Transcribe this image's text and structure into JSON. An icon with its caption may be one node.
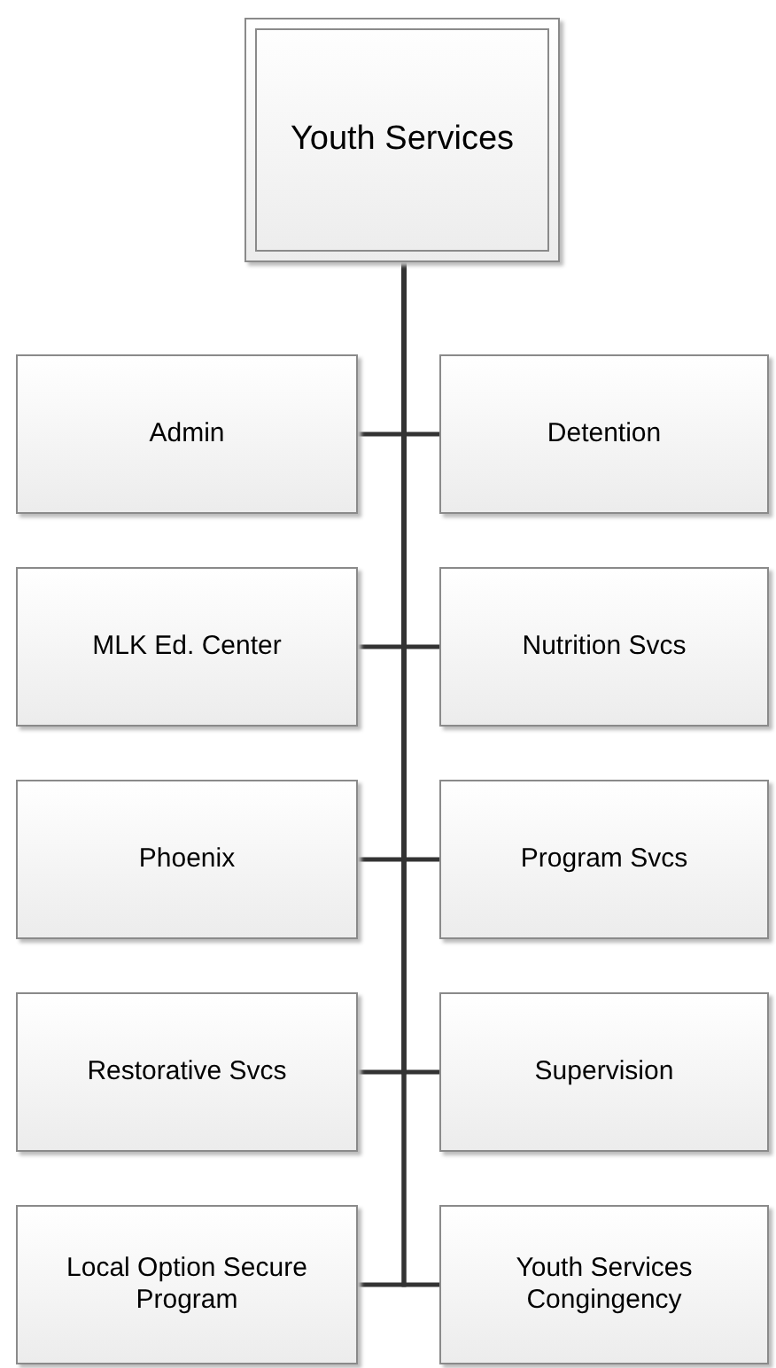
{
  "diagram": {
    "nodes": [
      {
        "text": [
          "Youth Services"
        ]
      },
      {
        "text": [
          "Admin"
        ]
      },
      {
        "text": [
          "Detention"
        ]
      },
      {
        "text": [
          "MLK Ed. Center"
        ]
      },
      {
        "text": [
          "Nutrition Svcs"
        ]
      },
      {
        "text": [
          "Phoenix"
        ]
      },
      {
        "text": [
          "Program Svcs"
        ]
      },
      {
        "text": [
          "Restorative Svcs"
        ]
      },
      {
        "text": [
          "Supervision"
        ]
      },
      {
        "text": [
          "Local Option Secure Program"
        ]
      },
      {
        "text": [
          "Youth Services Congingency"
        ]
      }
    ],
    "edges": [
      {
        "from": 0,
        "to": 1,
        "arrow": "none"
      },
      {
        "from": 0,
        "to": 2,
        "arrow": "none"
      },
      {
        "from": 0,
        "to": 3,
        "arrow": "none"
      },
      {
        "from": 0,
        "to": 4,
        "arrow": "none"
      },
      {
        "from": 0,
        "to": 5,
        "arrow": "none"
      },
      {
        "from": 0,
        "to": 6,
        "arrow": "none"
      },
      {
        "from": 0,
        "to": 7,
        "arrow": "none"
      },
      {
        "from": 0,
        "to": 8,
        "arrow": "none"
      },
      {
        "from": 0,
        "to": 9,
        "arrow": "none"
      },
      {
        "from": 0,
        "to": 10,
        "arrow": "none"
      }
    ]
  }
}
